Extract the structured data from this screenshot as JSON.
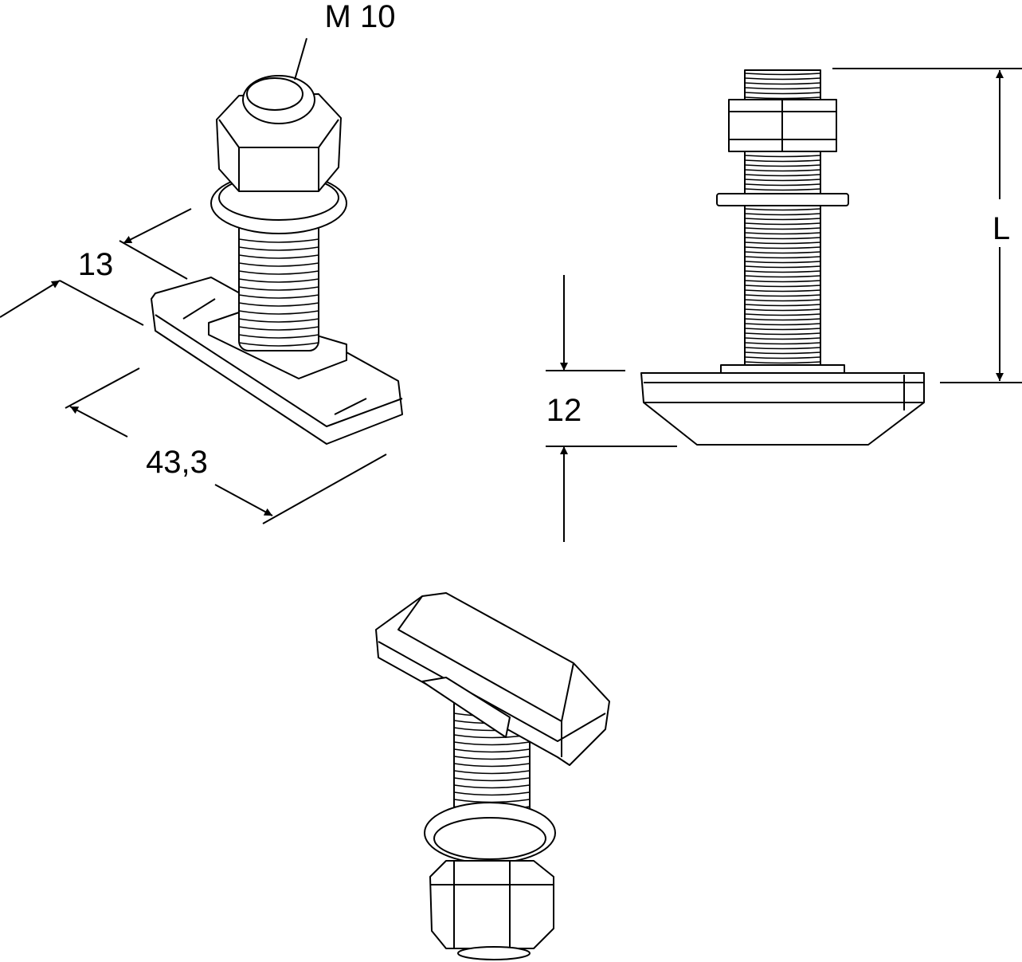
{
  "drawing": {
    "thread_label": "M 10",
    "width_label": "13",
    "length_label": "43,3",
    "head_height_label": "12",
    "bolt_length_label": "L"
  }
}
